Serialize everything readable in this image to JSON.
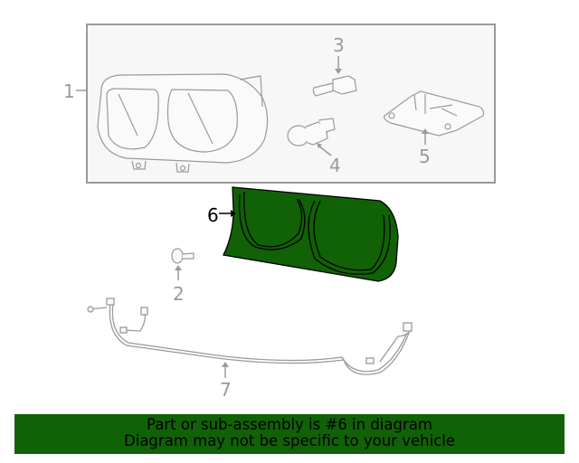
{
  "diagram": {
    "callouts": [
      {
        "number": "1",
        "part": "headlamp-assembly"
      },
      {
        "number": "2",
        "part": "bolt"
      },
      {
        "number": "3",
        "part": "bulb-socket"
      },
      {
        "number": "4",
        "part": "bulb"
      },
      {
        "number": "5",
        "part": "ballast-module"
      },
      {
        "number": "6",
        "part": "lens-bezel",
        "highlighted": true
      },
      {
        "number": "7",
        "part": "wiring-harness"
      }
    ],
    "colors": {
      "line": "#9a9a9a",
      "box_fill": "#f7f7f7",
      "highlight_fill": "#116106",
      "highlight_stroke": "#000000"
    }
  },
  "banner": {
    "line1": "Part or sub-assembly is #6 in diagram",
    "line2": "Diagram may not be specific to your vehicle",
    "background": "#116106"
  }
}
